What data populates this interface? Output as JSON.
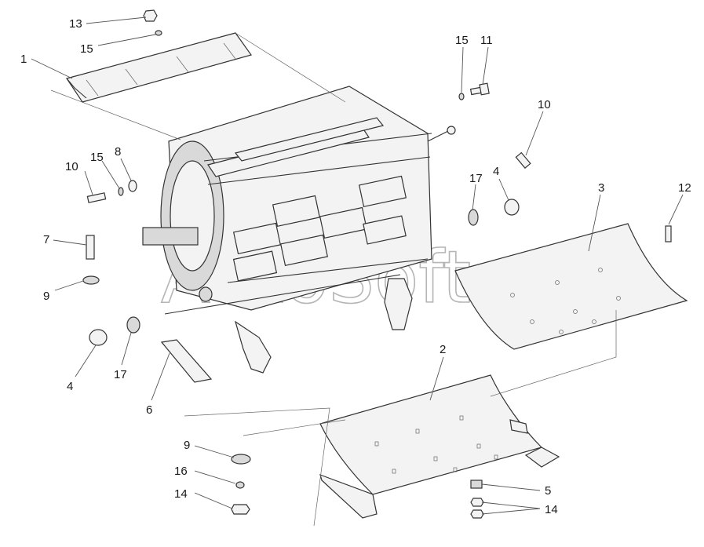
{
  "watermark": "AutoSoft",
  "callouts": {
    "c1": "1",
    "c2": "2",
    "c3": "3",
    "c4a": "4",
    "c4b": "4",
    "c5": "5",
    "c6": "6",
    "c7": "7",
    "c8": "8",
    "c9a": "9",
    "c9b": "9",
    "c10a": "10",
    "c10b": "10",
    "c11": "11",
    "c12": "12",
    "c13": "13",
    "c14a": "14",
    "c14b": "14",
    "c15a": "15",
    "c15b": "15",
    "c15c": "15",
    "c16": "16",
    "c17a": "17",
    "c17b": "17"
  },
  "colors": {
    "line": "#333333",
    "watermark": "#b5b5b5",
    "background": "#ffffff"
  }
}
